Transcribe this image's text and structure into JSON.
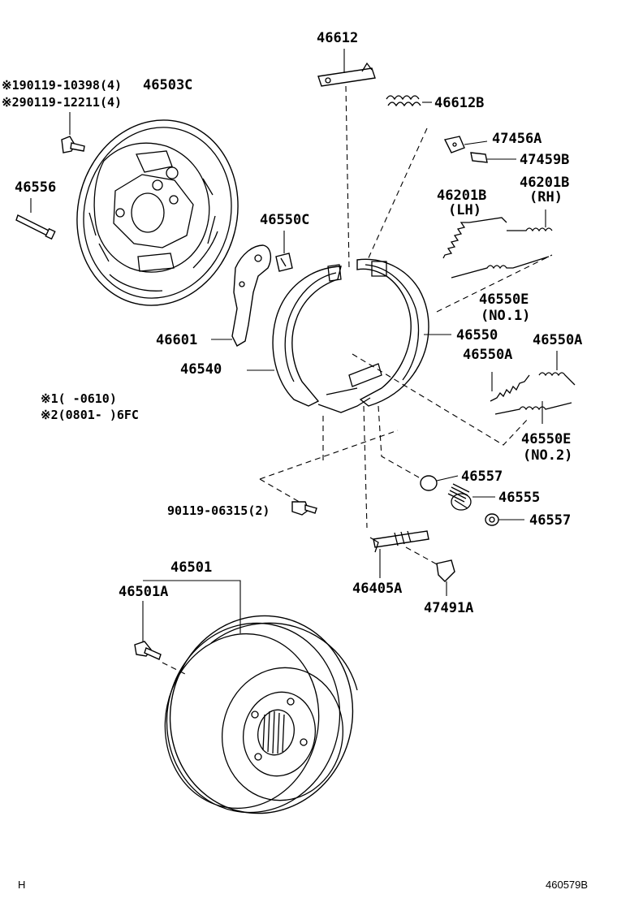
{
  "labels": {
    "p46612": "46612",
    "p46612B": "46612B",
    "p47456A": "47456A",
    "p47459B": "47459B",
    "p46201B_rh": "46201B",
    "rh": "(RH)",
    "p46201B_lh": "46201B",
    "lh": "(LH)",
    "p46503C": "46503C",
    "p46556": "46556",
    "p46550C": "46550C",
    "p46550E_1": "46550E",
    "no1": "(NO.1)",
    "p46550": "46550",
    "p46550A_r": "46550A",
    "p46550A_l": "46550A",
    "p46601": "46601",
    "p46540": "46540",
    "p46550E_2": "46550E",
    "no2": "(NO.2)",
    "p46557_a": "46557",
    "p46555": "46555",
    "p46557_b": "46557",
    "p90119": "90119-06315(2)",
    "p46501": "46501",
    "p46501A": "46501A",
    "p46405A": "46405A",
    "p47491A": "47491A"
  },
  "notes": {
    "bolt1": "※190119-10398(4)",
    "bolt2": "※290119-12211(4)",
    "range1": "※1(     -0610)",
    "range2": "※2(0801-     )6FC"
  },
  "footer": {
    "left": "H",
    "right": "460579B"
  },
  "icons": [
    "backing-plate-icon",
    "brake-shoe-icon",
    "brake-drum-icon",
    "spring-icon",
    "bolt-icon",
    "adjuster-icon"
  ]
}
